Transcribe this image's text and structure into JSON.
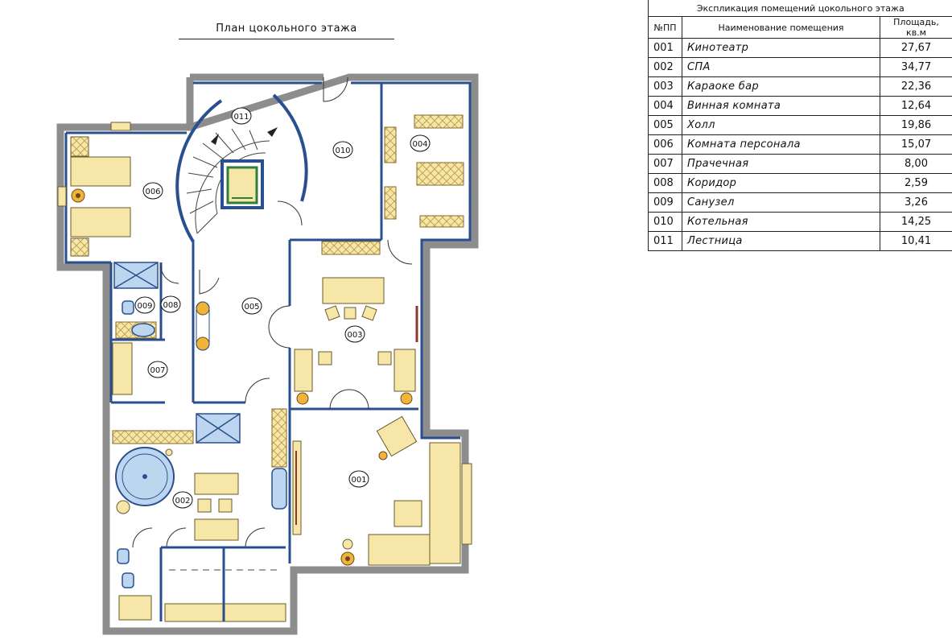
{
  "plan": {
    "title": "План цокольного этажа",
    "room_labels": [
      "011",
      "010",
      "004",
      "006",
      "009",
      "008",
      "005",
      "003",
      "007",
      "002",
      "001"
    ]
  },
  "explication": {
    "caption": "Экспликация помещений цокольного этажа",
    "headers": [
      "№ПП",
      "Наименование помещения",
      "Площадь, кв.м"
    ],
    "rows": [
      {
        "num": "001",
        "name": "Кинотеатр",
        "area": "27,67"
      },
      {
        "num": "002",
        "name": "СПА",
        "area": "34,77"
      },
      {
        "num": "003",
        "name": "Караоке бар",
        "area": "22,36"
      },
      {
        "num": "004",
        "name": "Винная комната",
        "area": "12,64"
      },
      {
        "num": "005",
        "name": "Холл",
        "area": "19,86"
      },
      {
        "num": "006",
        "name": "Комната персонала",
        "area": "15,07"
      },
      {
        "num": "007",
        "name": "Прачечная",
        "area": "8,00"
      },
      {
        "num": "008",
        "name": "Коридор",
        "area": "2,59"
      },
      {
        "num": "009",
        "name": "Санузел",
        "area": "3,26"
      },
      {
        "num": "010",
        "name": "Котельная",
        "area": "14,25"
      },
      {
        "num": "011",
        "name": "Лестница",
        "area": "10,41"
      }
    ]
  }
}
